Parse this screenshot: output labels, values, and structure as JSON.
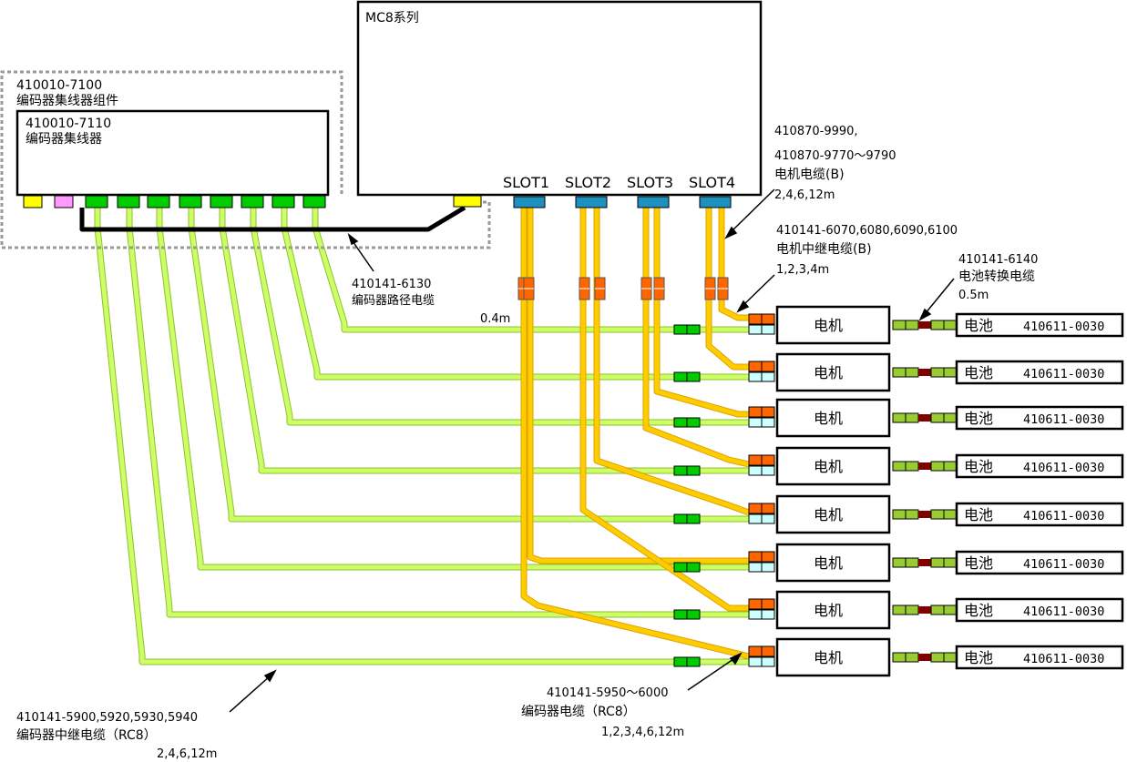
{
  "controller": {
    "label": "MC8系列",
    "slots": [
      "SLOT1",
      "SLOT2",
      "SLOT3",
      "SLOT4"
    ]
  },
  "hub_assembly": {
    "code": "410010-7100",
    "name": "编码器集线器组件"
  },
  "hub": {
    "code": "410010-7110",
    "name": "编码器集线器"
  },
  "cables": {
    "hub_path": {
      "code": "410141-6130",
      "name": "编码器路径电缆"
    },
    "motor_cable": {
      "codes_1": "410870-9990,",
      "codes_2": "410870-9770～9790",
      "name": "电机电缆(B)",
      "lengths": "2,4,6,12m"
    },
    "motor_relay": {
      "codes": "410141-6070,6080,6090,6100",
      "name": "电机中继电缆(B)",
      "lengths": "1,2,3,4m"
    },
    "battery_conv": {
      "code": "410141-6140",
      "name": "电池转换电缆",
      "length": "0.5m"
    },
    "encoder_relay": {
      "codes": "410141-5900,5920,5930,5940",
      "name": "编码器中继电缆（RC8）",
      "lengths": "2,4,6,12m"
    },
    "encoder": {
      "codes": "410141-5950～6000",
      "name": "编码器电缆（RC8）",
      "lengths": "1,2,3,4,6,12m"
    },
    "short_length": "0.4m"
  },
  "motors": [
    {
      "label": "电机",
      "battery_label": "电池",
      "battery_code": "410611-0030"
    },
    {
      "label": "电机",
      "battery_label": "电池",
      "battery_code": "410611-0030"
    },
    {
      "label": "电机",
      "battery_label": "电池",
      "battery_code": "410611-0030"
    },
    {
      "label": "电机",
      "battery_label": "电池",
      "battery_code": "410611-0030"
    },
    {
      "label": "电机",
      "battery_label": "电池",
      "battery_code": "410611-0030"
    },
    {
      "label": "电机",
      "battery_label": "电池",
      "battery_code": "410611-0030"
    },
    {
      "label": "电机",
      "battery_label": "电池",
      "battery_code": "410611-0030"
    },
    {
      "label": "电机",
      "battery_label": "电池",
      "battery_code": "410611-0030"
    }
  ],
  "colors": {
    "encoder_cable": "#ccff66",
    "motor_cable": "#ffcc00",
    "slot_connector": "#1e90c0",
    "motor_connector": "#ff6600",
    "encoder_connector": "#00cc00",
    "battery_cell": "#99cc33",
    "battery_mid": "#800000",
    "hub_cable": "#000000",
    "hub_port_yellow": "#ffff00",
    "hub_port_pink": "#ff99ff",
    "enc_port_cyan": "#ccffff"
  }
}
